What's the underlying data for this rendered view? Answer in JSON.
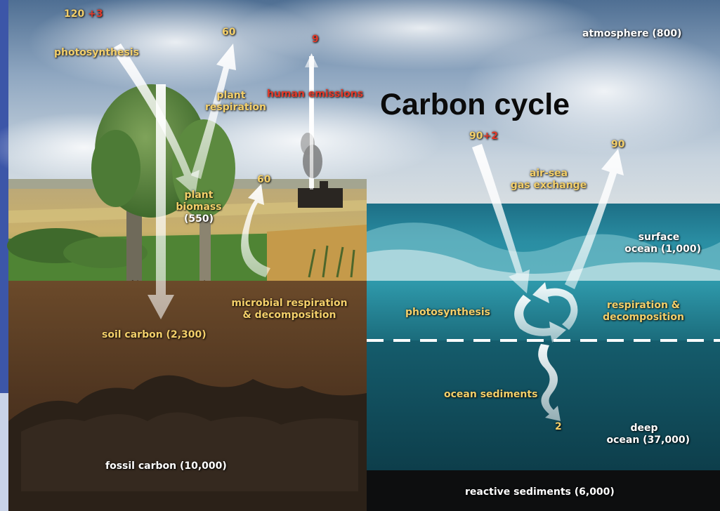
{
  "title": "Carbon cycle",
  "land": {
    "photosynthesis_flux": "120",
    "photosynthesis_human": "+3",
    "photosynthesis_label": "photosynthesis",
    "plant_respiration_flux": "60",
    "plant_respiration_label_1": "plant",
    "plant_respiration_label_2": "respiration",
    "human_emissions_flux": "9",
    "human_emissions_label": "human emissions",
    "plant_biomass_label_1": "plant",
    "plant_biomass_label_2": "biomass",
    "plant_biomass_value": "(550)",
    "microbial_flux": "60",
    "microbial_label_1": "microbial respiration",
    "microbial_label_2": "& decomposition",
    "soil_carbon_label": "soil carbon (2,300)",
    "fossil_carbon_label": "fossil carbon (10,000)"
  },
  "atmosphere": {
    "label": "atmosphere (800)"
  },
  "ocean": {
    "airsea_down_flux": "90",
    "airsea_down_human": "+2",
    "airsea_up_flux": "90",
    "airsea_label_1": "air-sea",
    "airsea_label_2": "gas exchange",
    "surface_label_1": "surface",
    "surface_label_2": "ocean (1,000)",
    "photosynthesis_label": "photosynthesis",
    "respiration_label_1": "respiration &",
    "respiration_label_2": "decomposition",
    "sediments_label": "ocean sediments",
    "sediments_flux": "2",
    "deep_label_1": "deep",
    "deep_label_2": "ocean (37,000)",
    "reactive_label": "reactive sediments (6,000)"
  },
  "colors": {
    "flux_label": "#f3cf6a",
    "human_flux": "#e23a2a",
    "reservoir_label": "#ffffff",
    "title": "#0b0b0b"
  }
}
